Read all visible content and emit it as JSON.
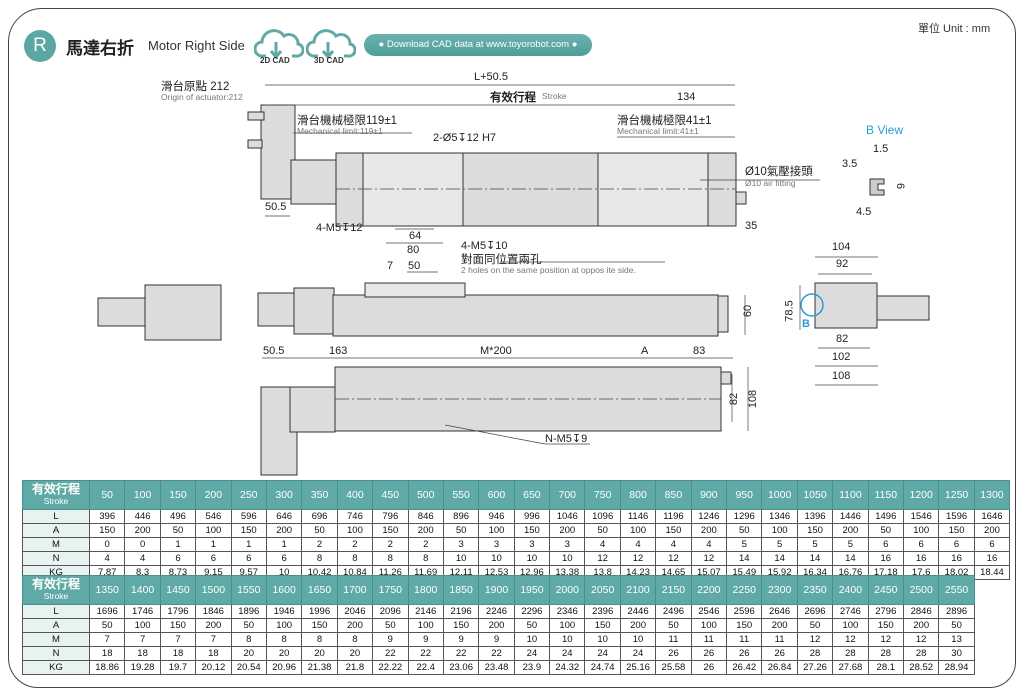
{
  "header": {
    "badge": "R",
    "title_zh": "馬達右折",
    "title_en": "Motor Right Side",
    "cad_2d": "2D CAD",
    "cad_3d": "3D CAD",
    "download_text": "Download CAD data at www.toyorobot.com",
    "unit": "單位 Unit : mm"
  },
  "accent_color": "#5fa9a6",
  "drawing": {
    "origin_zh": "滑台原點 212",
    "origin_en": "Origin of actuator:212",
    "total_length": "L+50.5",
    "stroke_zh": "有效行程",
    "stroke_en": "Stroke",
    "dim_134": "134",
    "mech_limit_left_zh": "滑台機械極限119±1",
    "mech_limit_left_en": "Mechanical limit:119±1",
    "mech_limit_right_zh": "滑台機械極限41±1",
    "mech_limit_right_en": "Mechanical limit:41±1",
    "hole_2": "2-Ø5↧12 H7",
    "air_zh": "Ø10氣壓接頭",
    "air_en": "Ø10 air fitting",
    "dim_50_5_top": "50.5",
    "hole_4_m5_12": "4-M5↧12",
    "dim_64": "64",
    "dim_80": "80",
    "dim_35": "35",
    "hole_4_m5_10": "4-M5↧10",
    "opp_zh": "對面同位置兩孔",
    "opp_en": "2 holes on the same position at oppos ite side.",
    "dim_7": "7",
    "dim_50": "50",
    "dim_60": "60",
    "dim_78_5": "78.5",
    "bview_title": "B View",
    "bview_1_5": "1.5",
    "bview_3_5": "3.5",
    "bview_6": "6",
    "bview_4_5": "4.5",
    "end_104": "104",
    "end_92": "92",
    "end_82": "82",
    "end_102": "102",
    "end_108": "108",
    "b_marker": "B",
    "bot_50_5": "50.5",
    "bot_163": "163",
    "bot_m200": "M*200",
    "bot_a": "A",
    "bot_83": "83",
    "bot_82": "82",
    "bot_108": "108",
    "bot_holes": "N-M5↧9"
  },
  "tables": [
    {
      "header_zh": "有效行程",
      "header_en": "Stroke",
      "strokes": [
        "50",
        "100",
        "150",
        "200",
        "250",
        "300",
        "350",
        "400",
        "450",
        "500",
        "550",
        "600",
        "650",
        "700",
        "750",
        "800",
        "850",
        "900",
        "950",
        "1000",
        "1050",
        "1100",
        "1150",
        "1200",
        "1250",
        "1300"
      ],
      "rows": [
        {
          "label": "L",
          "values": [
            "396",
            "446",
            "496",
            "546",
            "596",
            "646",
            "696",
            "746",
            "796",
            "846",
            "896",
            "946",
            "996",
            "1046",
            "1096",
            "1146",
            "1196",
            "1246",
            "1296",
            "1346",
            "1396",
            "1446",
            "1496",
            "1546",
            "1596",
            "1646"
          ]
        },
        {
          "label": "A",
          "values": [
            "150",
            "200",
            "50",
            "100",
            "150",
            "200",
            "50",
            "100",
            "150",
            "200",
            "50",
            "100",
            "150",
            "200",
            "50",
            "100",
            "150",
            "200",
            "50",
            "100",
            "150",
            "200",
            "50",
            "100",
            "150",
            "200"
          ]
        },
        {
          "label": "M",
          "values": [
            "0",
            "0",
            "1",
            "1",
            "1",
            "1",
            "2",
            "2",
            "2",
            "2",
            "3",
            "3",
            "3",
            "3",
            "4",
            "4",
            "4",
            "4",
            "5",
            "5",
            "5",
            "5",
            "6",
            "6",
            "6",
            "6"
          ]
        },
        {
          "label": "N",
          "values": [
            "4",
            "4",
            "6",
            "6",
            "6",
            "6",
            "8",
            "8",
            "8",
            "8",
            "10",
            "10",
            "10",
            "10",
            "12",
            "12",
            "12",
            "12",
            "14",
            "14",
            "14",
            "14",
            "16",
            "16",
            "16",
            "16"
          ]
        },
        {
          "label": "KG",
          "values": [
            "7.87",
            "8.3",
            "8.73",
            "9.15",
            "9.57",
            "10",
            "10.42",
            "10.84",
            "11.26",
            "11.69",
            "12.11",
            "12.53",
            "12.96",
            "13.38",
            "13.8",
            "14.23",
            "14.65",
            "15.07",
            "15.49",
            "15.92",
            "16.34",
            "16.76",
            "17.18",
            "17.6",
            "18.02",
            "18.44"
          ]
        }
      ]
    },
    {
      "header_zh": "有效行程",
      "header_en": "Stroke",
      "strokes": [
        "1350",
        "1400",
        "1450",
        "1500",
        "1550",
        "1600",
        "1650",
        "1700",
        "1750",
        "1800",
        "1850",
        "1900",
        "1950",
        "2000",
        "2050",
        "2100",
        "2150",
        "2200",
        "2250",
        "2300",
        "2350",
        "2400",
        "2450",
        "2500",
        "2550"
      ],
      "rows": [
        {
          "label": "L",
          "values": [
            "1696",
            "1746",
            "1796",
            "1846",
            "1896",
            "1946",
            "1996",
            "2046",
            "2096",
            "2146",
            "2196",
            "2246",
            "2296",
            "2346",
            "2396",
            "2446",
            "2496",
            "2546",
            "2596",
            "2646",
            "2696",
            "2746",
            "2796",
            "2846",
            "2896"
          ]
        },
        {
          "label": "A",
          "values": [
            "50",
            "100",
            "150",
            "200",
            "50",
            "100",
            "150",
            "200",
            "50",
            "100",
            "150",
            "200",
            "50",
            "100",
            "150",
            "200",
            "50",
            "100",
            "150",
            "200",
            "50",
            "100",
            "150",
            "200",
            "50"
          ]
        },
        {
          "label": "M",
          "values": [
            "7",
            "7",
            "7",
            "7",
            "8",
            "8",
            "8",
            "8",
            "9",
            "9",
            "9",
            "9",
            "10",
            "10",
            "10",
            "10",
            "11",
            "11",
            "11",
            "11",
            "12",
            "12",
            "12",
            "12",
            "13"
          ]
        },
        {
          "label": "N",
          "values": [
            "18",
            "18",
            "18",
            "18",
            "20",
            "20",
            "20",
            "20",
            "22",
            "22",
            "22",
            "22",
            "24",
            "24",
            "24",
            "24",
            "26",
            "26",
            "26",
            "26",
            "28",
            "28",
            "28",
            "28",
            "30"
          ]
        },
        {
          "label": "KG",
          "values": [
            "18.86",
            "19.28",
            "19.7",
            "20.12",
            "20.54",
            "20.96",
            "21.38",
            "21.8",
            "22.22",
            "22.4",
            "23.06",
            "23.48",
            "23.9",
            "24.32",
            "24.74",
            "25.16",
            "25.58",
            "26",
            "26.42",
            "26.84",
            "27.26",
            "27.68",
            "28.1",
            "28.52",
            "28.94"
          ]
        }
      ]
    }
  ]
}
